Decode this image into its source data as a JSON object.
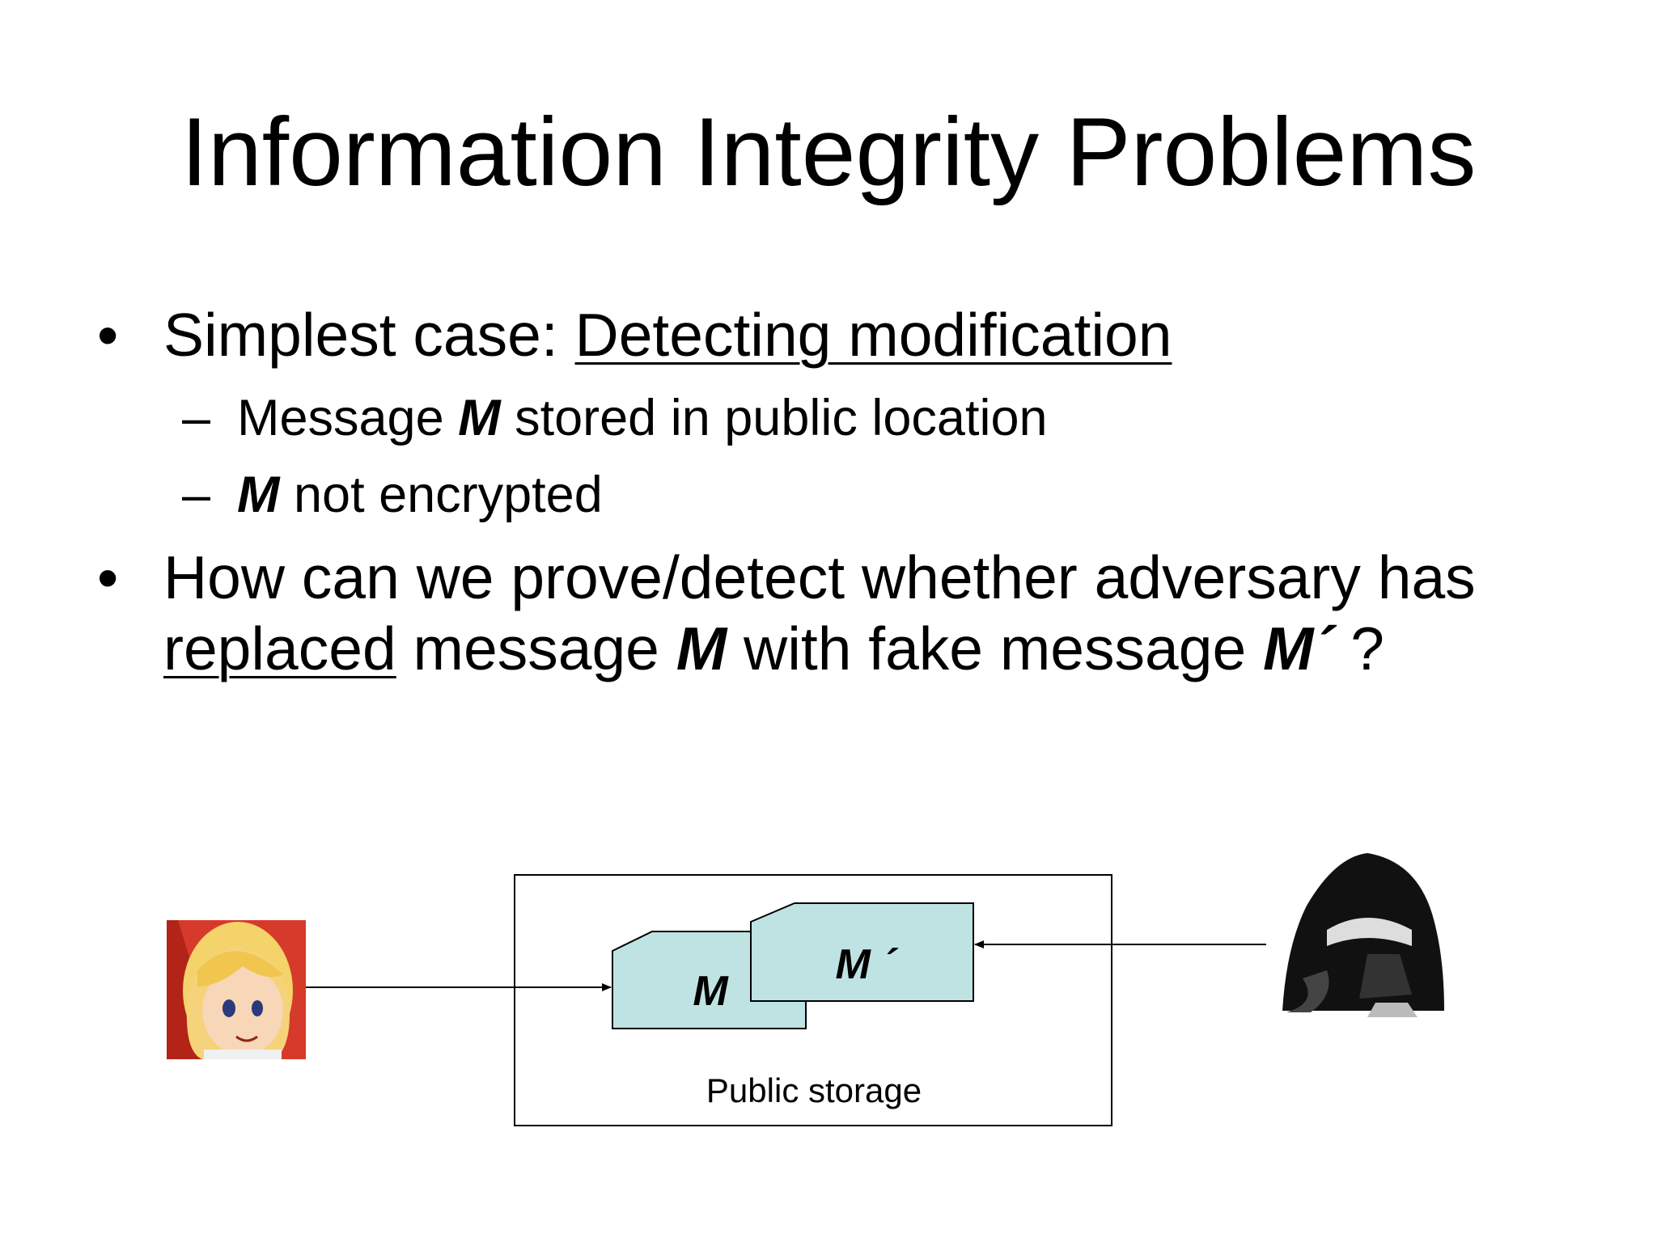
{
  "slide": {
    "title": "Information Integrity Problems",
    "bullets": [
      {
        "prefix": "Simplest case: ",
        "underlined": "Detecting modification",
        "sub": [
          {
            "var": "",
            "pre": "Message ",
            "bold": "M",
            "post": " stored in public location"
          },
          {
            "bold": "M",
            "post": " not encrypted"
          }
        ]
      },
      {
        "line1": "How can we prove/detect whether adversary has",
        "underlined": "replaced",
        "mid1": " message ",
        "bold1": "M",
        "mid2": " with fake message ",
        "bold2": "M´",
        "end": " ?"
      }
    ]
  },
  "diagram": {
    "storage_label": "Public storage",
    "message_label": "M",
    "fake_message_label": "M ´",
    "colors": {
      "document_fill": "#bfe3e3",
      "stroke": "#000000",
      "alice_bg": "#d63a2a",
      "alice_hair": "#f3d36a",
      "vader": "#111111"
    },
    "icons": [
      "alice-avatar-icon",
      "vader-avatar-icon"
    ]
  }
}
